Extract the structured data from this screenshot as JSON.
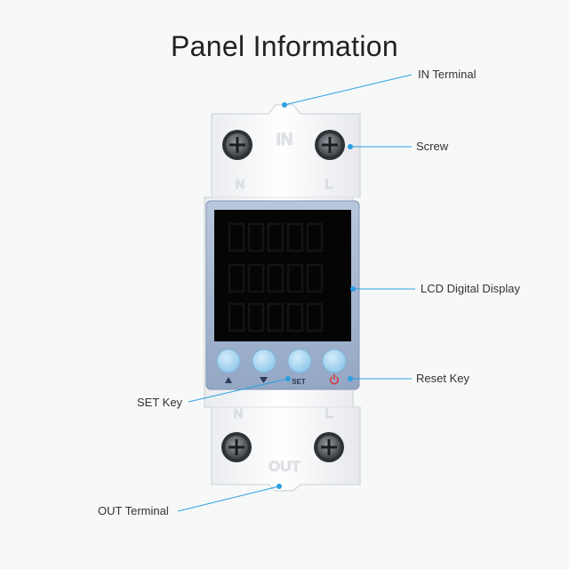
{
  "title": "Panel Information",
  "device": {
    "top_terminal_text": "IN",
    "bottom_terminal_text": "OUT",
    "top_left_letter": "N",
    "top_right_letter": "L",
    "bottom_left_letter": "N",
    "bottom_right_letter": "L",
    "set_label": "SET"
  },
  "callouts": {
    "in_terminal": "IN Terminal",
    "screw": "Screw",
    "lcd_display": "LCD Digital Display",
    "reset_key": "Reset Key",
    "set_key": "SET Key",
    "out_terminal": "OUT Terminal"
  },
  "colors": {
    "callout_line": "#2a9fe0",
    "button": "#a9d6f2",
    "display_frame": "#9fb3cf",
    "display_screen": "#0a0a0a",
    "housing": "#ffffff",
    "reset_icon": "#d9343a"
  }
}
